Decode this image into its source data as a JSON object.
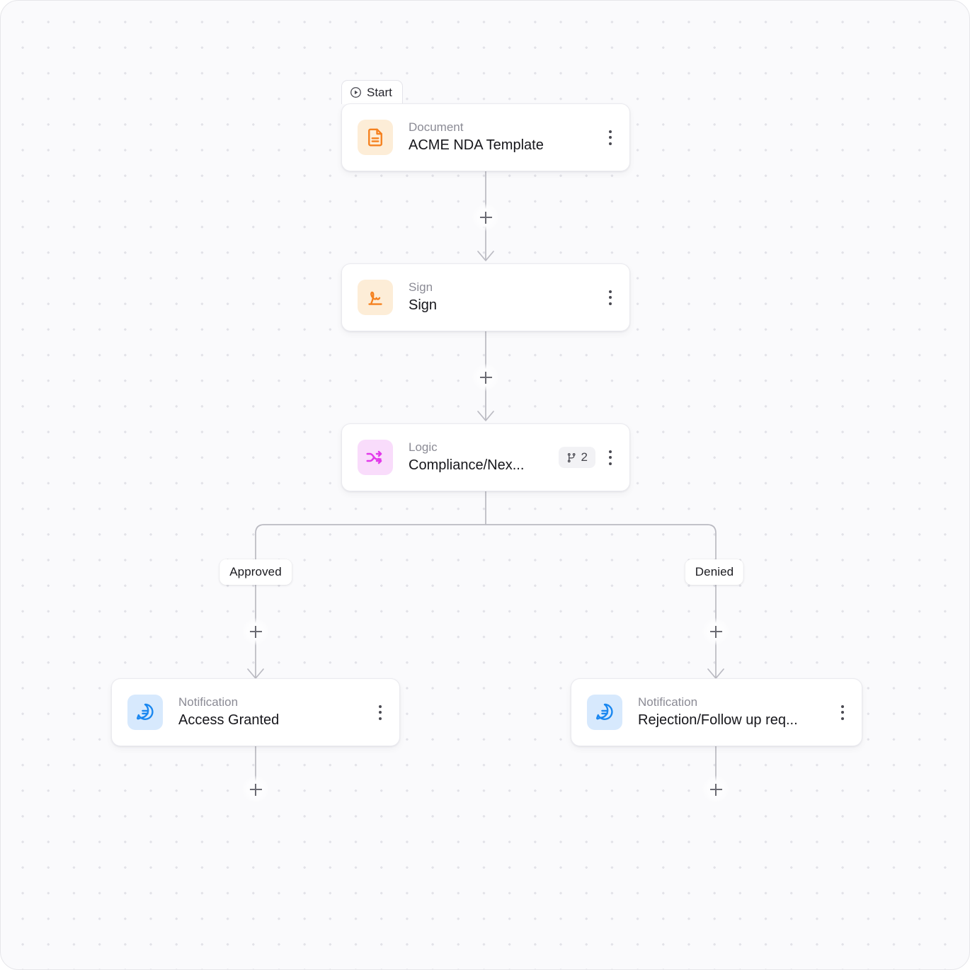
{
  "canvas": {
    "grid": "dot-grid",
    "background_color": "#fafafc",
    "dot_color": "#e2e2e8"
  },
  "start_tab": {
    "label": "Start",
    "icon": "play-circle-icon"
  },
  "nodes": [
    {
      "id": "document",
      "kind": "Document",
      "title": "ACME NDA Template",
      "icon": "document-icon",
      "icon_color": "#f5811f",
      "icon_bg": "#fdedd7",
      "menu_icon": "kebab-menu-icon"
    },
    {
      "id": "sign",
      "kind": "Sign",
      "title": "Sign",
      "icon": "signature-icon",
      "icon_color": "#f5811f",
      "icon_bg": "#fdedd7",
      "menu_icon": "kebab-menu-icon"
    },
    {
      "id": "logic",
      "kind": "Logic",
      "title": "Compliance/Nex...",
      "icon": "shuffle-icon",
      "icon_color": "#e239ea",
      "icon_bg": "#f9dcfb",
      "badge": {
        "icon": "git-branch-icon",
        "count": "2"
      },
      "menu_icon": "kebab-menu-icon"
    },
    {
      "id": "notification-approved",
      "kind": "Notification",
      "title": "Access Granted",
      "icon": "chat-bubble-icon",
      "icon_color": "#1a87f0",
      "icon_bg": "#d7e9fd",
      "menu_icon": "kebab-menu-icon"
    },
    {
      "id": "notification-denied",
      "kind": "Notification",
      "title": "Rejection/Follow up req...",
      "icon": "chat-bubble-icon",
      "icon_color": "#1a87f0",
      "icon_bg": "#d7e9fd",
      "menu_icon": "kebab-menu-icon"
    }
  ],
  "branches": [
    {
      "id": "approved",
      "label": "Approved"
    },
    {
      "id": "denied",
      "label": "Denied"
    }
  ],
  "add_buttons": [
    {
      "id": "add-after-document"
    },
    {
      "id": "add-after-sign"
    },
    {
      "id": "add-approved-branch"
    },
    {
      "id": "add-denied-branch"
    },
    {
      "id": "add-after-access-granted"
    },
    {
      "id": "add-after-rejection"
    }
  ],
  "edge_color": "#babac2"
}
